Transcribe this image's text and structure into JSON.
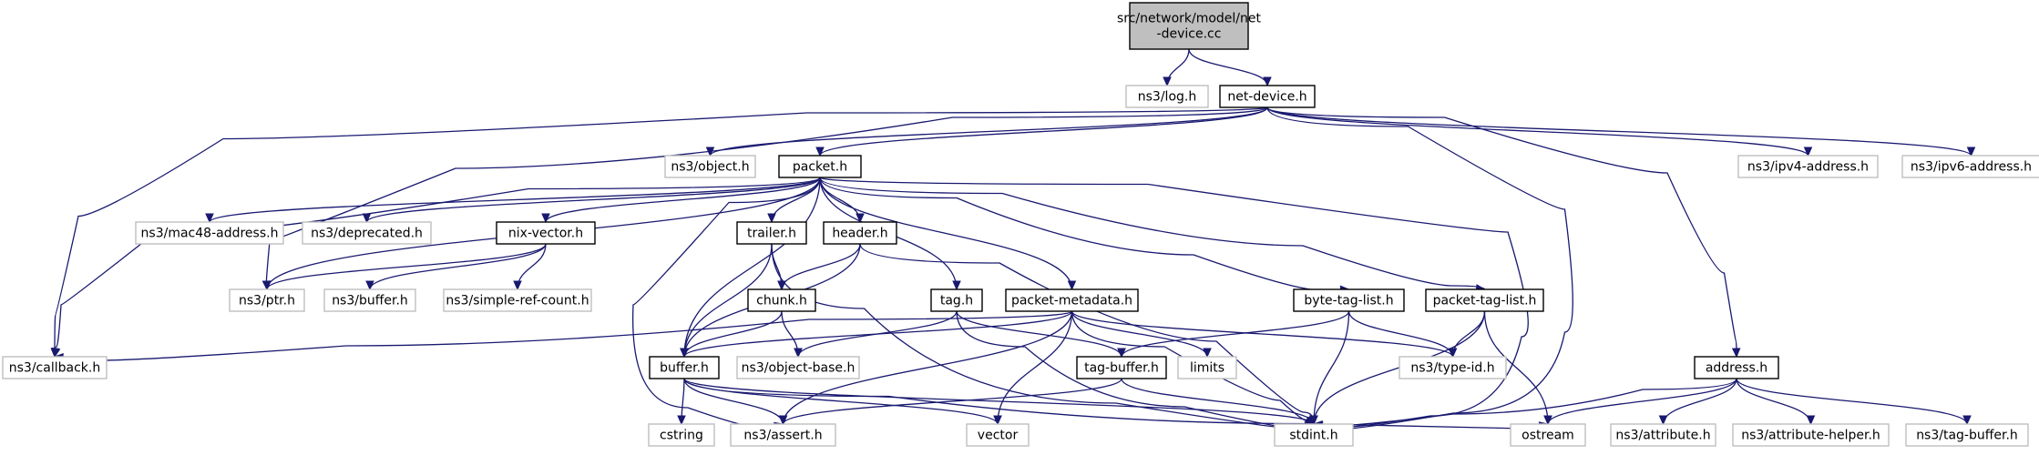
{
  "nodes": [
    {
      "id": "root",
      "kind": "root",
      "lines": [
        "src/network/model/net",
        "-device.cc"
      ]
    },
    {
      "id": "log",
      "kind": "ext",
      "lines": [
        "ns3/log.h"
      ]
    },
    {
      "id": "netdevice",
      "kind": "doc",
      "lines": [
        "net-device.h"
      ]
    },
    {
      "id": "object",
      "kind": "ext",
      "lines": [
        "ns3/object.h"
      ]
    },
    {
      "id": "packet",
      "kind": "doc",
      "lines": [
        "packet.h"
      ]
    },
    {
      "id": "ipv4",
      "kind": "ext",
      "lines": [
        "ns3/ipv4-address.h"
      ]
    },
    {
      "id": "ipv6",
      "kind": "ext",
      "lines": [
        "ns3/ipv6-address.h"
      ]
    },
    {
      "id": "mac48",
      "kind": "ext",
      "lines": [
        "ns3/mac48-address.h"
      ]
    },
    {
      "id": "deprecated",
      "kind": "ext",
      "lines": [
        "ns3/deprecated.h"
      ]
    },
    {
      "id": "nixvector",
      "kind": "doc",
      "lines": [
        "nix-vector.h"
      ]
    },
    {
      "id": "trailer",
      "kind": "doc",
      "lines": [
        "trailer.h"
      ]
    },
    {
      "id": "header",
      "kind": "doc",
      "lines": [
        "header.h"
      ]
    },
    {
      "id": "ptr",
      "kind": "ext",
      "lines": [
        "ns3/ptr.h"
      ]
    },
    {
      "id": "nsbuffer",
      "kind": "ext",
      "lines": [
        "ns3/buffer.h"
      ]
    },
    {
      "id": "simpleref",
      "kind": "ext",
      "lines": [
        "ns3/simple-ref-count.h"
      ]
    },
    {
      "id": "chunk",
      "kind": "doc",
      "lines": [
        "chunk.h"
      ]
    },
    {
      "id": "tag",
      "kind": "doc",
      "lines": [
        "tag.h"
      ]
    },
    {
      "id": "pktmeta",
      "kind": "doc",
      "lines": [
        "packet-metadata.h"
      ]
    },
    {
      "id": "bytetag",
      "kind": "doc",
      "lines": [
        "byte-tag-list.h"
      ]
    },
    {
      "id": "pkttag",
      "kind": "doc",
      "lines": [
        "packet-tag-list.h"
      ]
    },
    {
      "id": "callback",
      "kind": "ext",
      "lines": [
        "ns3/callback.h"
      ]
    },
    {
      "id": "buffer",
      "kind": "doc",
      "lines": [
        "buffer.h"
      ]
    },
    {
      "id": "objectbase",
      "kind": "ext",
      "lines": [
        "ns3/object-base.h"
      ]
    },
    {
      "id": "tagbuffer",
      "kind": "doc",
      "lines": [
        "tag-buffer.h"
      ]
    },
    {
      "id": "limits",
      "kind": "ext",
      "lines": [
        "limits"
      ]
    },
    {
      "id": "typeid",
      "kind": "ext",
      "lines": [
        "ns3/type-id.h"
      ]
    },
    {
      "id": "address",
      "kind": "doc",
      "lines": [
        "address.h"
      ]
    },
    {
      "id": "cstring",
      "kind": "ext",
      "lines": [
        "cstring"
      ]
    },
    {
      "id": "assert",
      "kind": "ext",
      "lines": [
        "ns3/assert.h"
      ]
    },
    {
      "id": "vector",
      "kind": "ext",
      "lines": [
        "vector"
      ]
    },
    {
      "id": "stdint",
      "kind": "ext",
      "lines": [
        "stdint.h"
      ]
    },
    {
      "id": "ostream",
      "kind": "ext",
      "lines": [
        "ostream"
      ]
    },
    {
      "id": "attribute",
      "kind": "ext",
      "lines": [
        "ns3/attribute.h"
      ]
    },
    {
      "id": "attrhelper",
      "kind": "ext",
      "lines": [
        "ns3/attribute-helper.h"
      ]
    },
    {
      "id": "tagbuf3",
      "kind": "ext",
      "lines": [
        "ns3/tag-buffer.h"
      ]
    }
  ],
  "edges": [
    [
      "root",
      "log"
    ],
    [
      "root",
      "netdevice"
    ],
    [
      "netdevice",
      "object"
    ],
    [
      "netdevice",
      "packet"
    ],
    [
      "netdevice",
      "ipv4"
    ],
    [
      "netdevice",
      "ipv6"
    ],
    [
      "netdevice",
      "callback"
    ],
    [
      "netdevice",
      "ptr"
    ],
    [
      "netdevice",
      "stdint"
    ],
    [
      "netdevice",
      "address"
    ],
    [
      "packet",
      "mac48"
    ],
    [
      "packet",
      "deprecated"
    ],
    [
      "packet",
      "nixvector"
    ],
    [
      "packet",
      "trailer"
    ],
    [
      "packet",
      "header"
    ],
    [
      "packet",
      "ptr"
    ],
    [
      "packet",
      "callback"
    ],
    [
      "packet",
      "tag"
    ],
    [
      "packet",
      "pktmeta"
    ],
    [
      "packet",
      "bytetag"
    ],
    [
      "packet",
      "pkttag"
    ],
    [
      "packet",
      "buffer"
    ],
    [
      "packet",
      "assert"
    ],
    [
      "packet",
      "stdint"
    ],
    [
      "nixvector",
      "ptr"
    ],
    [
      "nixvector",
      "nsbuffer"
    ],
    [
      "nixvector",
      "simpleref"
    ],
    [
      "trailer",
      "chunk"
    ],
    [
      "trailer",
      "buffer"
    ],
    [
      "trailer",
      "stdint"
    ],
    [
      "header",
      "chunk"
    ],
    [
      "header",
      "buffer"
    ],
    [
      "header",
      "stdint"
    ],
    [
      "chunk",
      "buffer"
    ],
    [
      "chunk",
      "objectbase"
    ],
    [
      "tag",
      "objectbase"
    ],
    [
      "tag",
      "tagbuffer"
    ],
    [
      "tag",
      "stdint"
    ],
    [
      "pktmeta",
      "callback"
    ],
    [
      "pktmeta",
      "buffer"
    ],
    [
      "pktmeta",
      "assert"
    ],
    [
      "pktmeta",
      "limits"
    ],
    [
      "pktmeta",
      "vector"
    ],
    [
      "pktmeta",
      "stdint"
    ],
    [
      "pktmeta",
      "typeid"
    ],
    [
      "bytetag",
      "tagbuffer"
    ],
    [
      "bytetag",
      "typeid"
    ],
    [
      "bytetag",
      "stdint"
    ],
    [
      "pkttag",
      "typeid"
    ],
    [
      "pkttag",
      "stdint"
    ],
    [
      "pkttag",
      "ostream"
    ],
    [
      "buffer",
      "cstring"
    ],
    [
      "buffer",
      "assert"
    ],
    [
      "buffer",
      "vector"
    ],
    [
      "buffer",
      "stdint"
    ],
    [
      "buffer",
      "ostream"
    ],
    [
      "tagbuffer",
      "assert"
    ],
    [
      "tagbuffer",
      "stdint"
    ],
    [
      "address",
      "stdint"
    ],
    [
      "address",
      "ostream"
    ],
    [
      "address",
      "attribute"
    ],
    [
      "address",
      "attrhelper"
    ],
    [
      "address",
      "tagbuf3"
    ]
  ],
  "colors": {
    "edge": "#191970",
    "root_fill": "#bfbfbf",
    "documented_border": "#000000",
    "external_border": "#bfbfbf"
  }
}
